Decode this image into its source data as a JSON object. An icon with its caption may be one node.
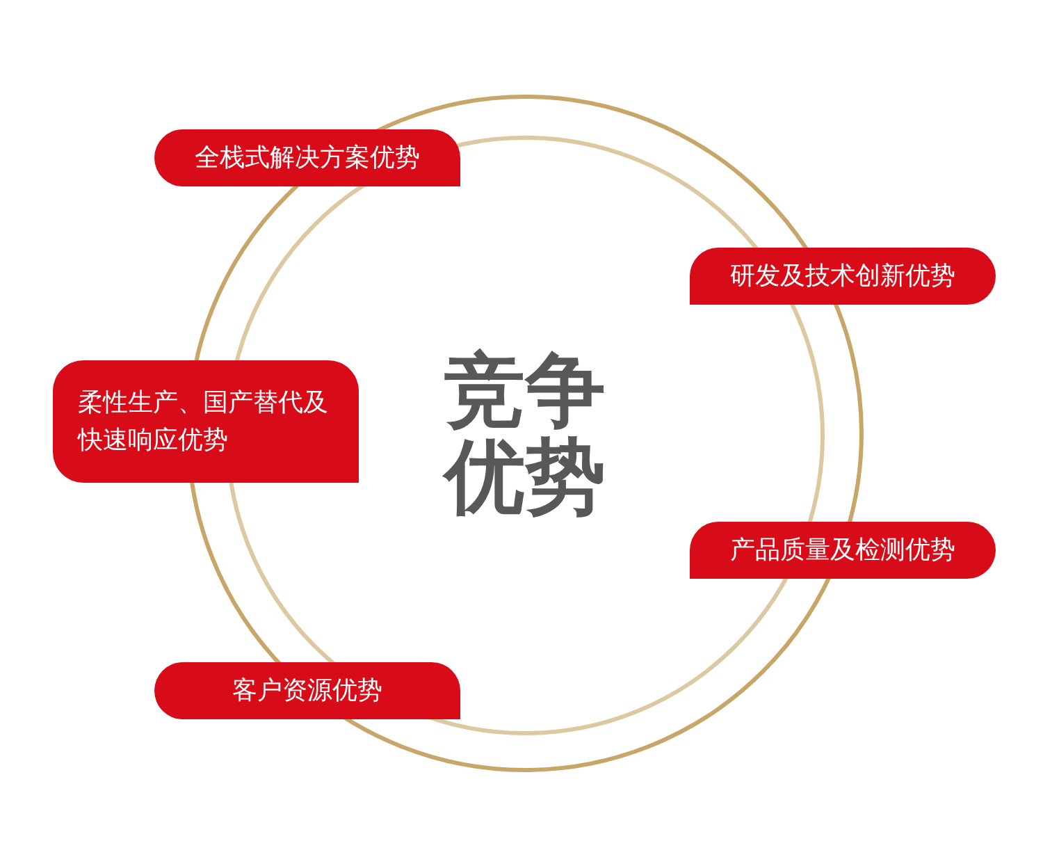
{
  "diagram": {
    "nodes": [
      {
        "text": [
          "竞争优势"
        ]
      },
      {
        "text": [
          "全栈式解决方案优势"
        ]
      },
      {
        "text": [
          "研发及技术创新优势"
        ]
      },
      {
        "text": [
          "柔性生产、国产替代及快速响应优势"
        ]
      },
      {
        "text": [
          "产品质量及检测优势"
        ]
      },
      {
        "text": [
          "客户资源优势"
        ]
      }
    ]
  }
}
